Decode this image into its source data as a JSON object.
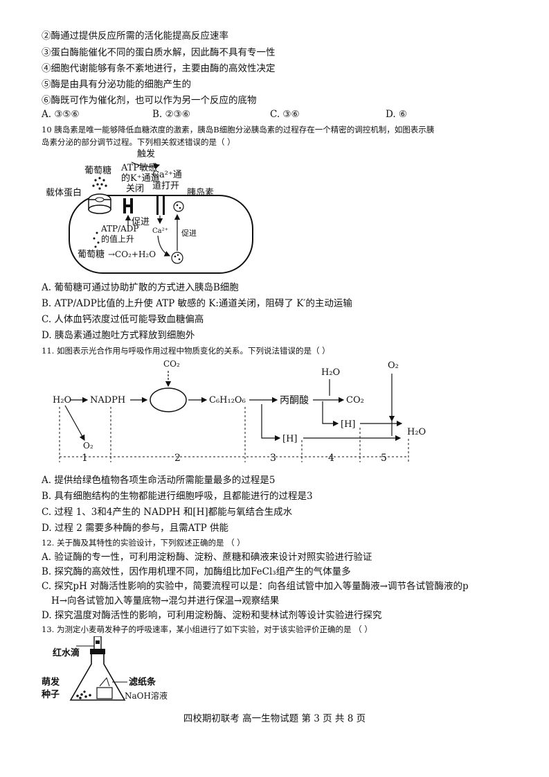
{
  "q9_items": [
    "②酶通过提供反应所需的活化能提高反应速率",
    "③蛋白酶能催化不同的蛋白质水解，因此酶不具有专一性",
    "④细胞代谢能够有条不紊地进行，主要由酶的高效性决定",
    "⑤酶是由具有分泌功能的细胞产生的",
    "⑥酶既可作为催化剂，也可以作为另一个反应的底物"
  ],
  "q9_options": [
    "A. ③⑤⑥",
    "B. ②③⑥",
    "C. ③⑥",
    "D. ⑥"
  ],
  "q10": {
    "stem_line1": "10 胰岛素是唯一能够降低血糖浓度的激素，胰岛B细胞分泌胰岛素的过程存在一个精密的调控机制，如图表示胰",
    "stem_line2": "岛素分泌的部分调节过程。下列相关叙述错误的是（    ）",
    "figure": {
      "trigger": "触发",
      "glucose_top": "葡萄糖",
      "atp_sensitive_1": "ATP敏感",
      "atp_sensitive_2": "的K⁺通道",
      "closed": "关闭",
      "ca_channel_1": "Ca²⁺通",
      "ca_channel_2": "道打开",
      "insulin": "胰岛素",
      "carrier": "载体蛋白",
      "promote_1": "促进",
      "ca_inside": "Ca²⁺",
      "atp_adp_1": "ATP/ADP",
      "atp_adp_2": "的值上升",
      "promote_2": "促进",
      "glucose_bottom": "葡萄糖",
      "products": "→CO₂+H₂O"
    },
    "options": [
      "A. 葡萄糖可通过协助扩散的方式进入胰岛B细胞",
      "B. ATP/ADP比值的上升使 ATP 敏感的 K:通道关闭，阻碍了 K′的主动运输",
      "C. 人体血钙浓度过低可能导致血糖偏高",
      "D. 胰岛素通过胞吐方式释放到细胞外"
    ]
  },
  "q11": {
    "stem": "11. 如图表示光合作用与呼吸作用过程中物质变化的关系。下列说法错误的是（    ）",
    "figure": {
      "co2": "CO₂",
      "h2o_left": "H₂O",
      "nadph": "NADPH",
      "glucose": "C₆H₁₂O₆",
      "pyruvate": "丙酮酸",
      "h2o_right": "H₂O",
      "co2_right": "CO₂",
      "o2_top": "O₂",
      "h_upper": "[H]",
      "h_lower": "[H]",
      "o2_bottom": "O₂",
      "h2o_end": "H₂O",
      "stages": [
        "1",
        "2",
        "3",
        "4",
        "5"
      ]
    },
    "options": [
      "A. 提供给绿色植物各项生命活动所需能量最多的过程是5",
      "B. 具有细胞结构的生物都能进行细胞呼吸，且都能进行的过程是3",
      "C. 过程 1、3和4产生的 NADPH 和[H]都能与氧结合生成水",
      "D. 过程 2 需要多种酶的参与，且需ATP 供能"
    ]
  },
  "q12": {
    "stem": "12. 关于酶及其特性的实验设计，下列叙述正确的是 （    ）",
    "options": [
      "A. 验证酶的专一性，可利用淀粉酶、淀粉、蔗糖和碘液来设计对照实验进行验证",
      "B. 探究酶的高效性，因作用机理不同，加酶组比加FeCl₃组产生的气体量多",
      "C. 探究pH 对酶活性影响的实验中，简要流程可以是：向各组试管中加入等量酶液→调节各试管酶液的p",
      "H→向各试管加入等量底物→混匀并进行保温→观察结果",
      "D. 探究温度对酶活性的影响，可利用淀粉酶、淀粉和斐林试剂等设计实验进行探究"
    ]
  },
  "q13": {
    "stem": "13. 为测定小麦萌发种子的呼吸速率，某小组进行了如下实验，对于该实验评价正确的是 （    ）",
    "figure": {
      "red_drop": "红水滴",
      "sprout_1": "萌发",
      "sprout_2": "种子",
      "filter_paper": "滤纸条",
      "naoh": "NaOH溶液"
    }
  },
  "footer": "四校期初联考  高一生物试题  第 3 页    共 8 页"
}
